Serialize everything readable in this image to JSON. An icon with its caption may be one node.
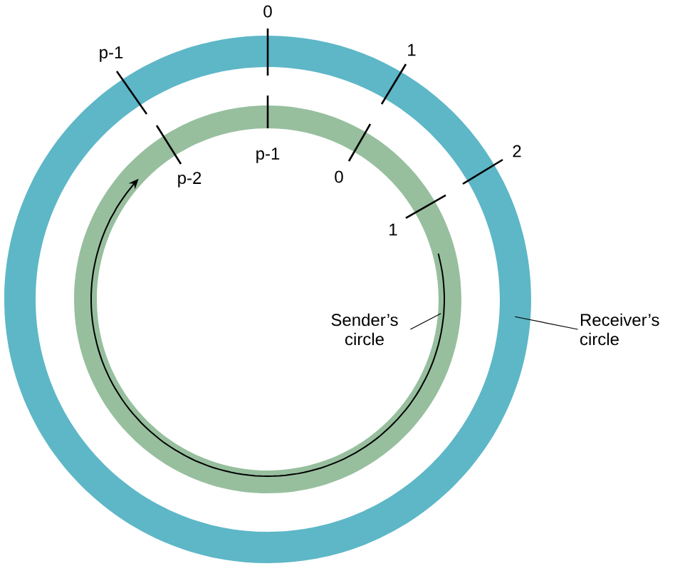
{
  "diagram": {
    "nodes": [
      {
        "text": [],
        "shape": "circle"
      },
      {
        "text": [],
        "shape": "circle",
        "in": 0
      },
      {
        "text": [
          "Sender’s circle"
        ],
        "in": 1
      },
      {
        "text": [
          "Receiver’s circle"
        ]
      }
    ],
    "edges": [
      {
        "from": 2,
        "to": 1,
        "arrow": "none"
      },
      {
        "from": 3,
        "to": 0,
        "arrow": "none"
      }
    ],
    "labels": [
      "0",
      "1",
      "p-1",
      "2",
      "p-1",
      "0",
      "p-2",
      "1"
    ]
  }
}
